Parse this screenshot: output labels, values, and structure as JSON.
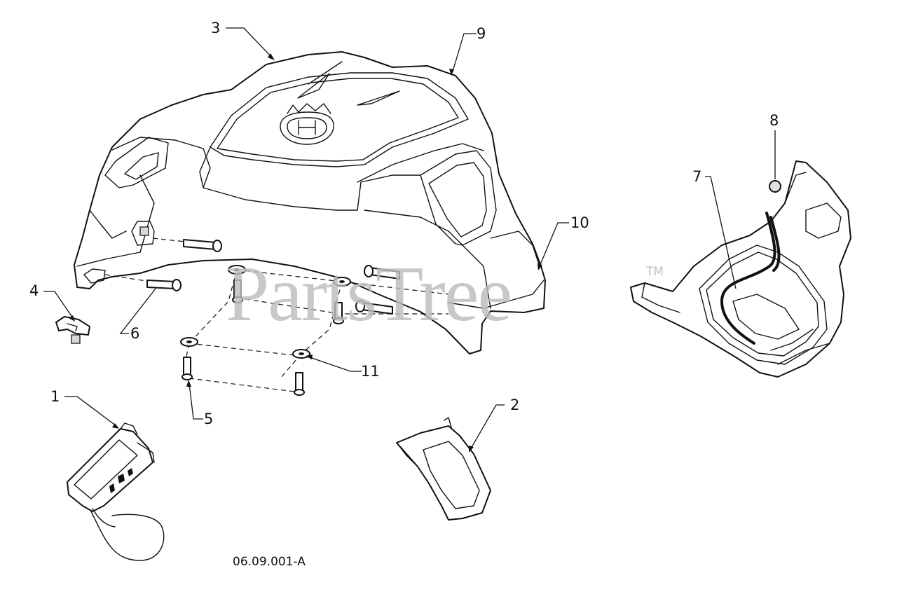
{
  "diagram": {
    "callouts": [
      {
        "id": "1",
        "text": "1"
      },
      {
        "id": "2",
        "text": "2"
      },
      {
        "id": "3",
        "text": "3"
      },
      {
        "id": "4",
        "text": "4"
      },
      {
        "id": "5",
        "text": "5"
      },
      {
        "id": "6",
        "text": "6"
      },
      {
        "id": "7",
        "text": "7"
      },
      {
        "id": "8",
        "text": "8"
      },
      {
        "id": "9",
        "text": "9"
      },
      {
        "id": "10",
        "text": "10"
      },
      {
        "id": "11",
        "text": "11"
      }
    ],
    "reference": "06.09.001-A",
    "watermark": "PartsTree",
    "trademark": "TM",
    "colors": {
      "ink": "#111111",
      "watermark": "#bdbdbd",
      "background": "#ffffff"
    },
    "icons": [
      "husqvarna-logo"
    ]
  }
}
